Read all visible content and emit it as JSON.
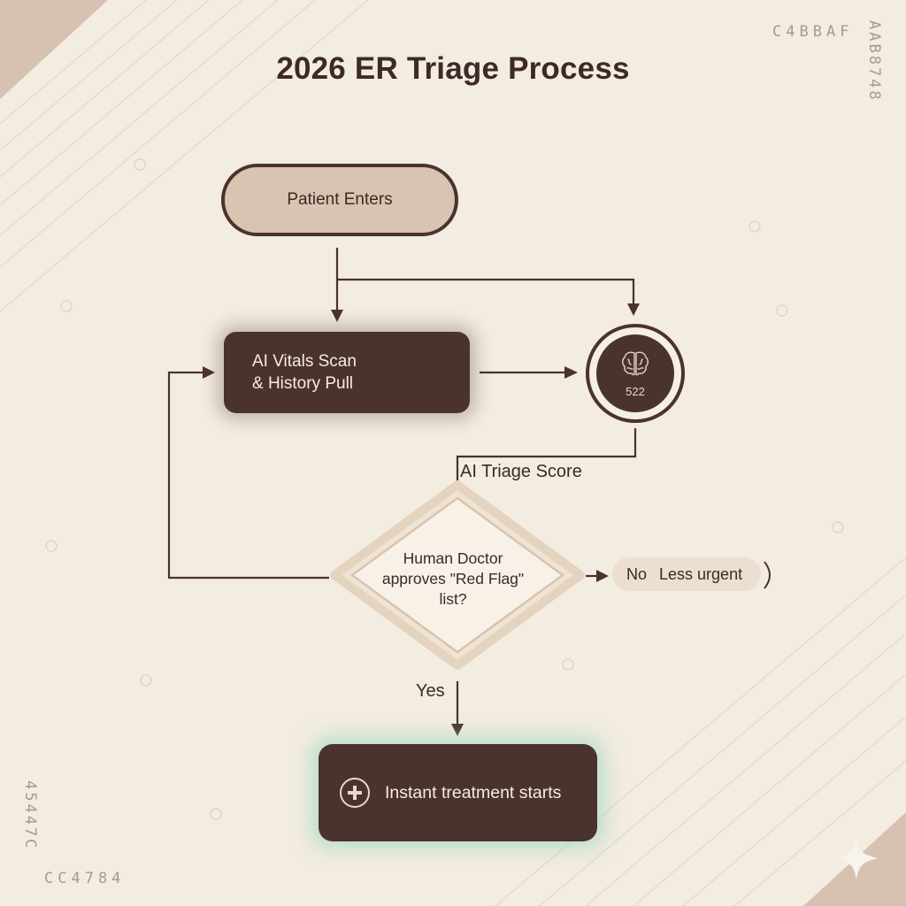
{
  "diagram": {
    "title": "2026 ER Triage Process",
    "nodes": {
      "start": "Patient Enters",
      "scan_line1": "AI Vitals Scan",
      "scan_line2": "& History Pull",
      "score_value": "522",
      "score_label": "AI Triage Score",
      "decision_line1": "Human Doctor",
      "decision_line2": "approves \"Red Flag\"",
      "decision_line3": "list?",
      "no_label": "No",
      "no_outcome": "Less urgent",
      "yes_label": "Yes",
      "treatment": "Instant treatment starts"
    },
    "edges": [
      {
        "from": "Patient Enters",
        "to": "AI Vitals Scan & History Pull"
      },
      {
        "from": "Patient Enters",
        "to": "AI Triage Score"
      },
      {
        "from": "AI Vitals Scan & History Pull",
        "to": "AI Triage Score"
      },
      {
        "from": "AI Triage Score",
        "to": "Human Doctor approves \"Red Flag\" list?"
      },
      {
        "from": "Human Doctor approves \"Red Flag\" list?",
        "to": "Less urgent",
        "label": "No"
      },
      {
        "from": "Human Doctor approves \"Red Flag\" list?",
        "to": "Instant treatment starts",
        "label": "Yes"
      },
      {
        "from": "Human Doctor approves \"Red Flag\" list?",
        "to": "AI Vitals Scan & History Pull"
      }
    ]
  },
  "decorations": {
    "code_top_right": "C4BBAF",
    "code_right_vertical": "AAB8748",
    "code_left_vertical": "45447C",
    "code_bottom_left": "CC4784"
  },
  "icons": {
    "score": "brain-icon",
    "treatment": "plus-circle-icon"
  },
  "colors": {
    "background": "#f3ece1",
    "node_dark": "#4a332e",
    "node_light": "#d8c4b1",
    "line": "#4a322d",
    "treatment_glow": "#8fd3b7",
    "accent_corner": "#d7c2b1"
  }
}
